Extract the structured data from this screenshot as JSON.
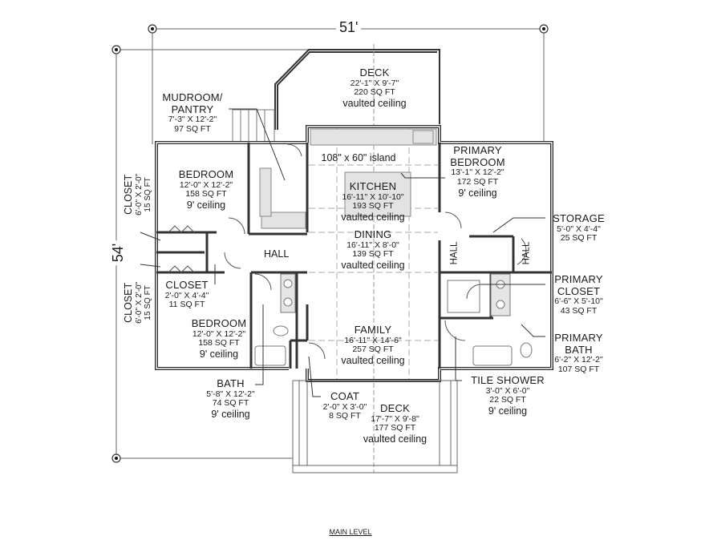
{
  "plan": {
    "title": "MAIN LEVEL",
    "overall_width": "51'",
    "overall_depth": "54'"
  },
  "rooms": {
    "deck_rear": {
      "name": "DECK",
      "size": "22'-1\" X 9'-7\"",
      "area": "220 SQ FT",
      "ceiling": "vaulted ceiling"
    },
    "mudroom": {
      "name_line1": "MUDROOM/",
      "name_line2": "PANTRY",
      "size": "7'-3\" X 12'-2\"",
      "area": "97 SQ FT"
    },
    "kitchen": {
      "island_note": "108\" x 60\" island",
      "name": "KITCHEN",
      "size": "16'-11\" X 10'-10\"",
      "area": "193 SQ FT",
      "ceiling": "vaulted ceiling"
    },
    "dining": {
      "name": "DINING",
      "size": "16'-11\" X 8'-0\"",
      "area": "139 SQ FT",
      "ceiling": "vaulted ceiling"
    },
    "family": {
      "name": "FAMILY",
      "size": "16'-11\" X 14'-6\"",
      "area": "257 SQ FT",
      "ceiling": "vaulted ceiling"
    },
    "bedroom1": {
      "name": "BEDROOM",
      "size": "12'-0\" X 12'-2\"",
      "area": "158 SQ FT",
      "ceiling": "9' ceiling"
    },
    "bedroom2": {
      "name": "BEDROOM",
      "size": "12'-0\" X 12'-2\"",
      "area": "158 SQ FT",
      "ceiling": "9' ceiling"
    },
    "closet_upper": {
      "name": "CLOSET",
      "size": "6'-0\" X 2'-0\"",
      "area": "15 SQ FT"
    },
    "closet_lower": {
      "name": "CLOSET",
      "size": "6'-0\" X 2'-0\"",
      "area": "15 SQ FT"
    },
    "closet_small": {
      "name": "CLOSET",
      "size": "2'-0\" X 4'-4\"",
      "area": "11 SQ FT"
    },
    "hall_main": {
      "name": "HALL"
    },
    "bath": {
      "name": "BATH",
      "size": "5'-8\" X 12'-2\"",
      "area": "74 SQ FT",
      "ceiling": "9' ceiling"
    },
    "coat": {
      "name": "COAT",
      "size": "2'-0\" X 3'-0\"",
      "area": "8 SQ FT"
    },
    "deck_front": {
      "name": "DECK",
      "size": "17'-7\" X 9'-8\"",
      "area": "177 SQ FT",
      "ceiling": "vaulted ceiling"
    },
    "primary_bedroom": {
      "name_line1": "PRIMARY",
      "name_line2": "BEDROOM",
      "size": "13'-1\" X 12'-2\"",
      "area": "172 SQ FT",
      "ceiling": "9' ceiling"
    },
    "storage": {
      "name": "STORAGE",
      "size": "5'-0\" X 4'-4\"",
      "area": "25 SQ FT"
    },
    "hall_left": {
      "name": "HALL"
    },
    "hall_right": {
      "name": "HALL"
    },
    "primary_closet": {
      "name_line1": "PRIMARY",
      "name_line2": "CLOSET",
      "size": "6'-6\" X 5'-10\"",
      "area": "43 SQ FT"
    },
    "primary_bath": {
      "name_line1": "PRIMARY",
      "name_line2": "BATH",
      "size": "6'-2\" X 12'-2\"",
      "area": "107 SQ FT"
    },
    "tile_shower": {
      "name": "TILE SHOWER",
      "size": "3'-0\" X 6'-0\"",
      "area": "22 SQ FT",
      "ceiling": "9' ceiling"
    }
  },
  "colors": {
    "wall": "#2b2b2b",
    "fixture_fill": "#d9d9d9",
    "dim_line": "#555555",
    "background": "#ffffff"
  }
}
